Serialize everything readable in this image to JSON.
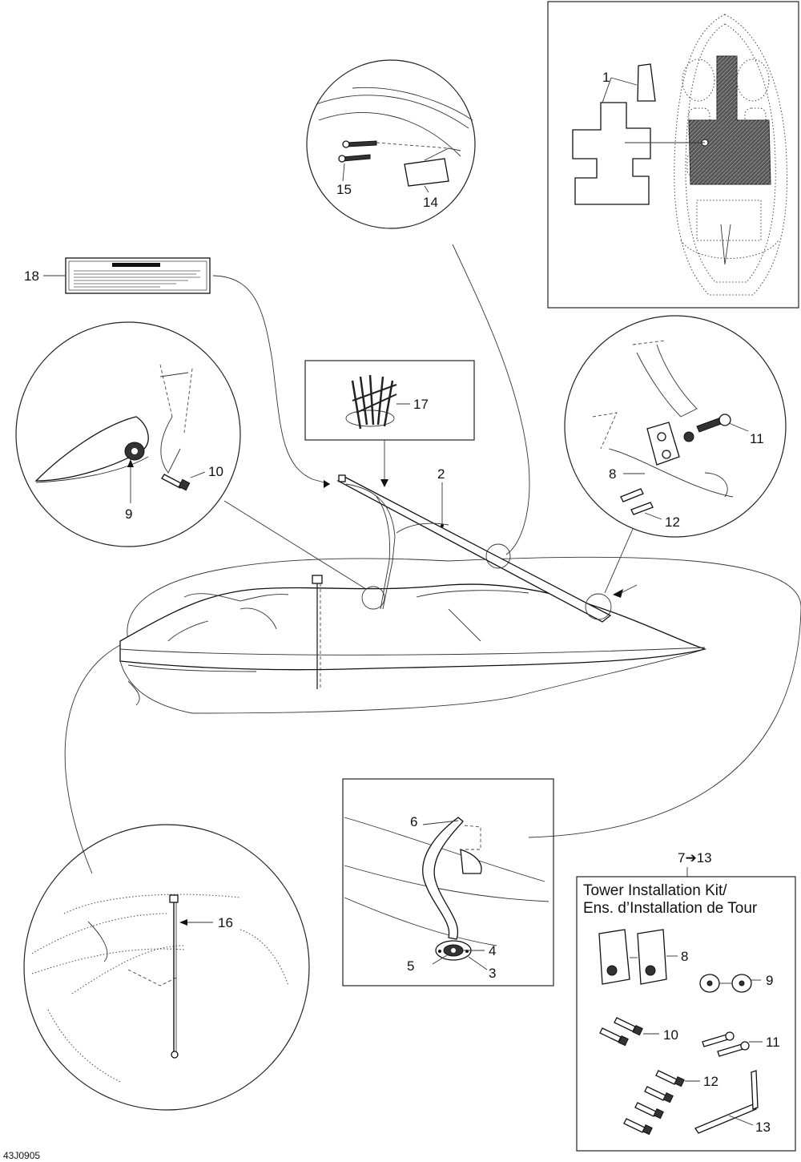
{
  "drawing_code": "43J0905",
  "callouts": {
    "c1": "1",
    "c2": "2",
    "c3": "3",
    "c4": "4",
    "c5": "5",
    "c6": "6",
    "c8": "8",
    "c9": "9",
    "c10": "10",
    "c11": "11",
    "c12": "12",
    "c14": "14",
    "c15": "15",
    "c16": "16",
    "c17": "17",
    "c18": "18"
  },
  "kit": {
    "range_label": "7➔13",
    "title_line1": "Tower Installation Kit/",
    "title_line2": "Ens. d’Installation de Tour",
    "c8": "8",
    "c9": "9",
    "c10": "10",
    "c11": "11",
    "c12": "12",
    "c13": "13"
  }
}
